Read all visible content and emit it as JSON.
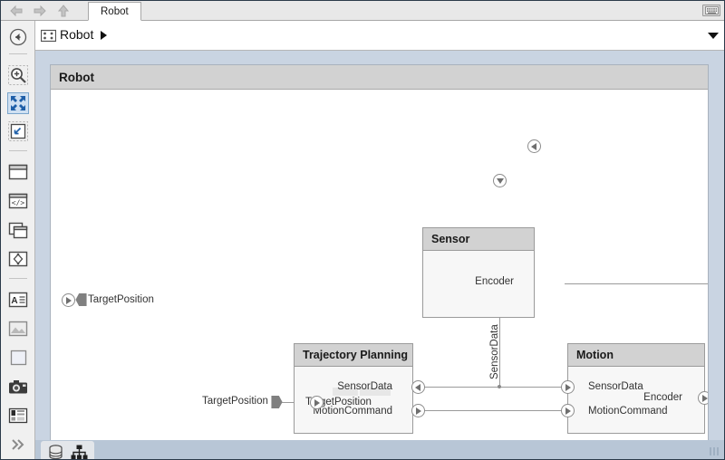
{
  "window": {
    "tab_label": "Robot",
    "keyboard_icon": "keyboard-icon",
    "nav_back_icon": "arrow-left-icon",
    "nav_forward_icon": "arrow-right-icon",
    "nav_up_icon": "arrow-up-icon"
  },
  "breadcrumb": {
    "back_icon": "back-circle-icon",
    "model_icon": "model-block-icon",
    "label": "Robot",
    "separator_icon": "chevron-right-icon",
    "dropdown_icon": "chevron-down-icon"
  },
  "toolbar": {
    "items": [
      {
        "name": "navigate-back",
        "icon": "back-circle-icon",
        "selected": false
      },
      {
        "name": "zoom-in",
        "icon": "zoom-in-icon",
        "selected": false
      },
      {
        "name": "fit-to-view",
        "icon": "fit-to-view-icon",
        "selected": true
      },
      {
        "name": "zoom-to-selection",
        "icon": "zoom-region-icon",
        "selected": false
      },
      {
        "name": "add-block",
        "icon": "block-icon",
        "selected": false
      },
      {
        "name": "add-code-block",
        "icon": "code-block-icon",
        "selected": false
      },
      {
        "name": "add-subsystem",
        "icon": "subsystem-icon",
        "selected": false
      },
      {
        "name": "add-state-chart",
        "icon": "state-chart-icon",
        "selected": false
      },
      {
        "name": "add-annotation",
        "icon": "text-annotation-icon",
        "selected": false
      },
      {
        "name": "add-image",
        "icon": "image-icon",
        "selected": false
      },
      {
        "name": "add-area",
        "icon": "area-icon",
        "selected": false
      },
      {
        "name": "add-camera",
        "icon": "camera-icon",
        "selected": false
      },
      {
        "name": "add-report",
        "icon": "report-icon",
        "selected": false
      },
      {
        "name": "more-tools",
        "icon": "chevron-double-right-icon",
        "selected": false
      }
    ]
  },
  "model": {
    "title": "Robot"
  },
  "status_bar": {
    "data_icon": "database-icon",
    "hierarchy_icon": "hierarchy-icon",
    "scroll_grip_icon": "scroll-grip-icon"
  },
  "diagram": {
    "root_ports": [
      {
        "name": "root-port-targetposition",
        "label": "TargetPosition",
        "direction": "input"
      }
    ],
    "signal_labels": [
      {
        "name": "signal-targetposition",
        "label": "TargetPosition"
      },
      {
        "name": "signal-sensordata-vertical",
        "label": "SensorData"
      }
    ],
    "blocks": [
      {
        "id": "sensor",
        "title": "Sensor",
        "ports": [
          {
            "label": "Encoder",
            "side": "right",
            "direction": "input"
          },
          {
            "label": "",
            "side": "bottom",
            "direction": "output"
          }
        ]
      },
      {
        "id": "trajectory-planning",
        "title": "Trajectory Planning",
        "ports": [
          {
            "label": "TargetPosition",
            "side": "left",
            "direction": "input"
          },
          {
            "label": "SensorData",
            "side": "right",
            "direction": "input"
          },
          {
            "label": "MotionCommand",
            "side": "right",
            "direction": "output"
          }
        ]
      },
      {
        "id": "motion",
        "title": "Motion",
        "ports": [
          {
            "label": "SensorData",
            "side": "left",
            "direction": "input"
          },
          {
            "label": "MotionCommand",
            "side": "left",
            "direction": "input"
          },
          {
            "label": "Encoder",
            "side": "right",
            "direction": "output"
          }
        ]
      }
    ],
    "colors": {
      "block_header": "#d2d2d2",
      "block_body": "#f7f7f7",
      "block_border": "#9b9b9b",
      "wire": "#9a9a9a",
      "canvas": "#ffffff",
      "canvas_margin": "#c9d4e2",
      "selection": "#cfe0f2"
    }
  }
}
